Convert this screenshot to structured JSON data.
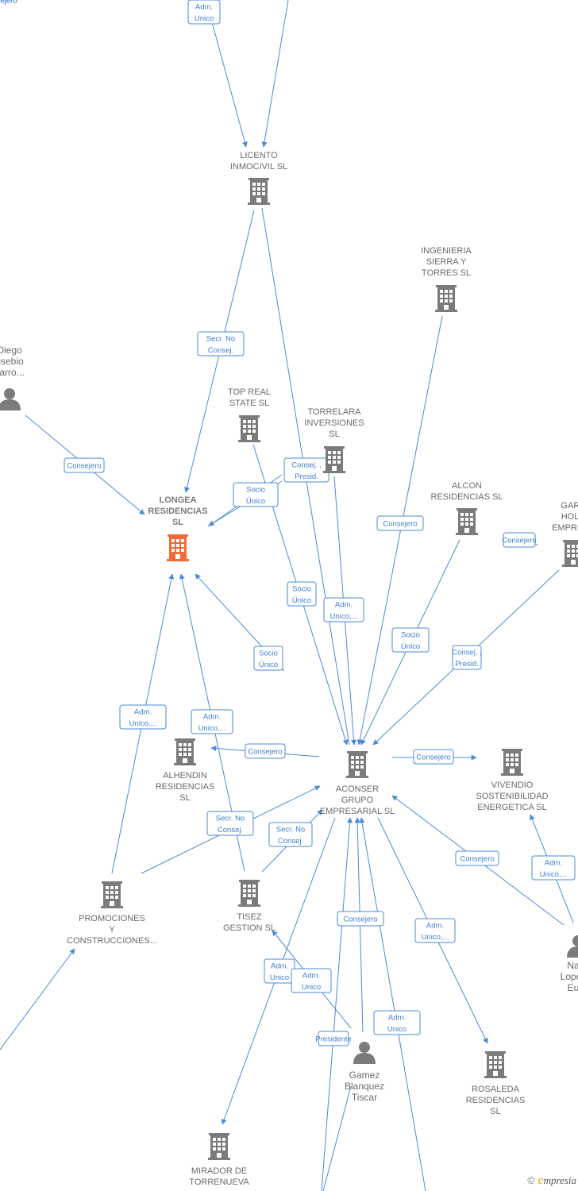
{
  "colors": {
    "edge": "#4a8ad8",
    "company": "#7b7b7b",
    "focus": "#f26b36",
    "person": "#7b7b7b"
  },
  "nodes": [
    {
      "id": "licento",
      "type": "company",
      "label": [
        "LICENTO",
        "INMOCIVIL  SL"
      ]
    },
    {
      "id": "ingenieria",
      "type": "company",
      "label": [
        "INGENIERIA",
        "SIERRA Y",
        "TORRES SL"
      ]
    },
    {
      "id": "diego",
      "type": "person",
      "label": [
        "Diego",
        "usebio",
        "varro..."
      ]
    },
    {
      "id": "topreal",
      "type": "company",
      "label": [
        "TOP REAL",
        "STATE  SL"
      ]
    },
    {
      "id": "torrelara",
      "type": "company",
      "label": [
        "TORRELARA",
        "INVERSIONES",
        "SL"
      ]
    },
    {
      "id": "longea",
      "type": "focus",
      "label": [
        "LONGEA",
        "RESIDENCIAS",
        "SL"
      ]
    },
    {
      "id": "alcon",
      "type": "company",
      "label": [
        "ALCON",
        "RESIDENCIAS SL"
      ]
    },
    {
      "id": "gara",
      "type": "company",
      "label": [
        "GARA",
        "HOLD",
        "EMPRESA"
      ]
    },
    {
      "id": "alhendin",
      "type": "company",
      "label": [
        "ALHENDIN",
        "RESIDENCIAS",
        "SL"
      ]
    },
    {
      "id": "aconser",
      "type": "company",
      "label": [
        "ACONSER",
        "GRUPO",
        "EMPRESARIAL SL"
      ]
    },
    {
      "id": "vivendio",
      "type": "company",
      "label": [
        "VIVENDIO",
        "SOSTENIBILIDAD",
        "ENERGETICA SL"
      ]
    },
    {
      "id": "promociones",
      "type": "company",
      "label": [
        "PROMOCIONES",
        "Y",
        "CONSTRUCCIONES..."
      ]
    },
    {
      "id": "tisez",
      "type": "company",
      "label": [
        "TISEZ",
        "GESTION  SL"
      ]
    },
    {
      "id": "na",
      "type": "person",
      "label": [
        "Na",
        "Lopez",
        "Eu"
      ]
    },
    {
      "id": "gamez",
      "type": "person",
      "label": [
        "Gamez",
        "Blanquez",
        "Tiscar"
      ]
    },
    {
      "id": "rosaleda",
      "type": "company",
      "label": [
        "ROSALEDA",
        "RESIDENCIAS",
        "SL"
      ]
    },
    {
      "id": "mirador",
      "type": "company",
      "label": [
        "MIRADOR DE",
        "TORRENUEVA"
      ]
    }
  ],
  "edges": [
    {
      "label": [
        "Adm.",
        "Unico"
      ]
    },
    {
      "label": [
        "Consejero"
      ]
    },
    {
      "label": [
        "Secr.  No",
        "Consej."
      ]
    },
    {
      "label": [
        "Consejero"
      ]
    },
    {
      "label": [
        "Consejero"
      ]
    },
    {
      "label": [
        "Consejero"
      ]
    },
    {
      "label": [
        "Socio",
        "Único"
      ]
    },
    {
      "label": [
        "Consej. ,",
        "Presid."
      ]
    },
    {
      "label": [
        "Socio",
        "Único"
      ]
    },
    {
      "label": [
        "Adm.",
        "Unico,..."
      ]
    },
    {
      "label": [
        "Socio",
        "Único"
      ]
    },
    {
      "label": [
        "Socio",
        "Único"
      ]
    },
    {
      "label": [
        "Consejero"
      ]
    },
    {
      "label": [
        "Consej. ,",
        "Presid."
      ]
    },
    {
      "label": [
        "Adm.",
        "Unico,..."
      ]
    },
    {
      "label": [
        "Adm.",
        "Unico,..."
      ]
    },
    {
      "label": [
        "Consejero"
      ]
    },
    {
      "label": [
        "Consejero"
      ]
    },
    {
      "label": [
        "Secr.  No",
        "Consej."
      ]
    },
    {
      "label": [
        "Secr.  No",
        "Consej."
      ]
    },
    {
      "label": [
        "Consejero"
      ]
    },
    {
      "label": [
        "Adm.",
        "Unico,..."
      ]
    },
    {
      "label": [
        "Adm.",
        "Unico"
      ]
    },
    {
      "label": [
        "Adm.",
        "Unico,..."
      ]
    },
    {
      "label": [
        "Adm.",
        "Unico"
      ]
    },
    {
      "label": [
        "Presidente"
      ]
    },
    {
      "label": [
        "Adm.",
        "Unico"
      ]
    },
    {
      "label": [
        "Consejero"
      ]
    },
    {
      "label": []
    },
    {
      "label": []
    }
  ],
  "footer": {
    "copyright": "©",
    "brand_initial": "e",
    "brand_rest": "mpresia"
  }
}
